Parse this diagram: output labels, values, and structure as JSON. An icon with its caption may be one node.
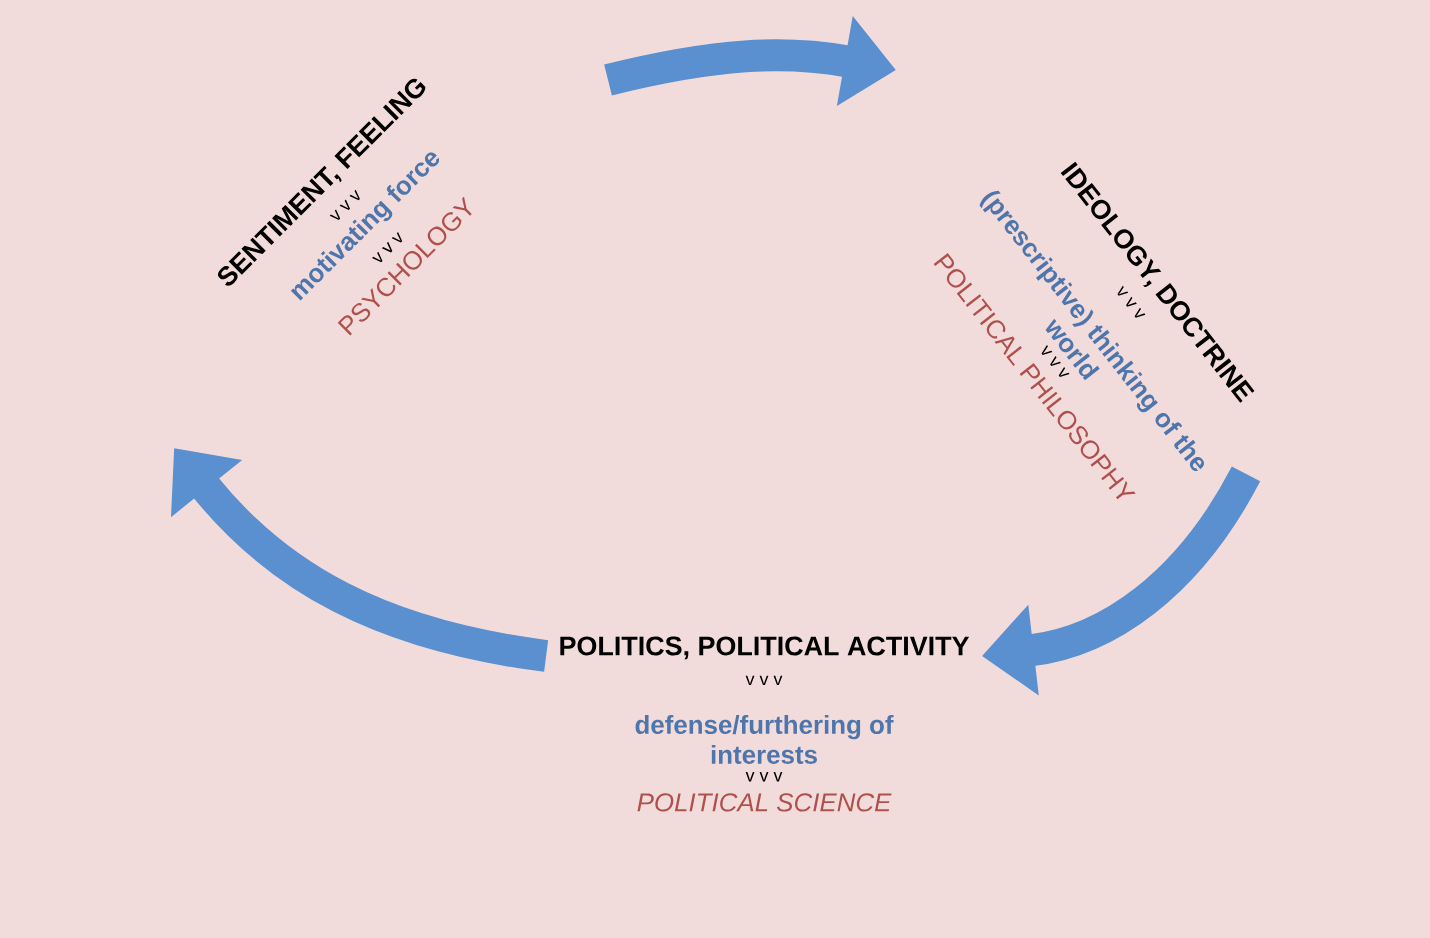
{
  "diagram": {
    "nodes": [
      {
        "text": [
          "SENTIMENT, FEELING",
          "v v v",
          "motivating force",
          "v v v",
          "PSYCHOLOGY"
        ]
      },
      {
        "text": [
          "IDEOLOGY, DOCTRINE",
          "v v v",
          "(prescriptive) thinking of the world",
          "v v v",
          "POLITICAL PHILOSOPHY"
        ]
      },
      {
        "text": [
          "POLITICS, POLITICAL ACTIVITY",
          "v v v",
          "defense/furthering of interests",
          "v v v",
          "POLITICAL SCIENCE"
        ]
      }
    ],
    "edges": [
      {
        "from": 0,
        "to": 1,
        "arrow": "to"
      },
      {
        "from": 1,
        "to": 2,
        "arrow": "to"
      },
      {
        "from": 2,
        "to": 0,
        "arrow": "to"
      }
    ]
  }
}
